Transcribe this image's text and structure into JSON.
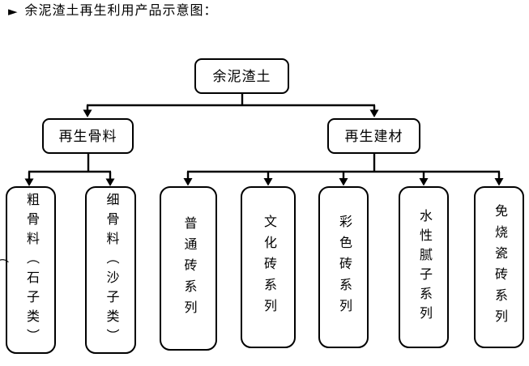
{
  "title": {
    "bullet_icon": "►",
    "text": "余泥渣土再生利用产品示意图："
  },
  "colors": {
    "background": "#ffffff",
    "line": "#000000",
    "box_border": "#000000",
    "box_fill": "#ffffff",
    "text": "#000000"
  },
  "flowchart": {
    "root": {
      "label": "余泥渣土"
    },
    "level2": [
      {
        "label": "再生骨料",
        "parent": "余泥渣土"
      },
      {
        "label": "再生建材",
        "parent": "余泥渣土"
      }
    ],
    "leaves": [
      {
        "label": "粗骨料（石子类）",
        "parent": "再生骨料",
        "stray_paren": "（"
      },
      {
        "label": "细骨料（沙子类）",
        "parent": "再生骨料"
      },
      {
        "label": "普通砖系列",
        "parent": "再生建材"
      },
      {
        "label": "文化砖系列",
        "parent": "再生建材"
      },
      {
        "label": "彩色砖系列",
        "parent": "再生建材"
      },
      {
        "label": "水性腻子系列",
        "parent": "再生建材"
      },
      {
        "label": "免烧瓷砖系列",
        "parent": "再生建材"
      }
    ]
  }
}
